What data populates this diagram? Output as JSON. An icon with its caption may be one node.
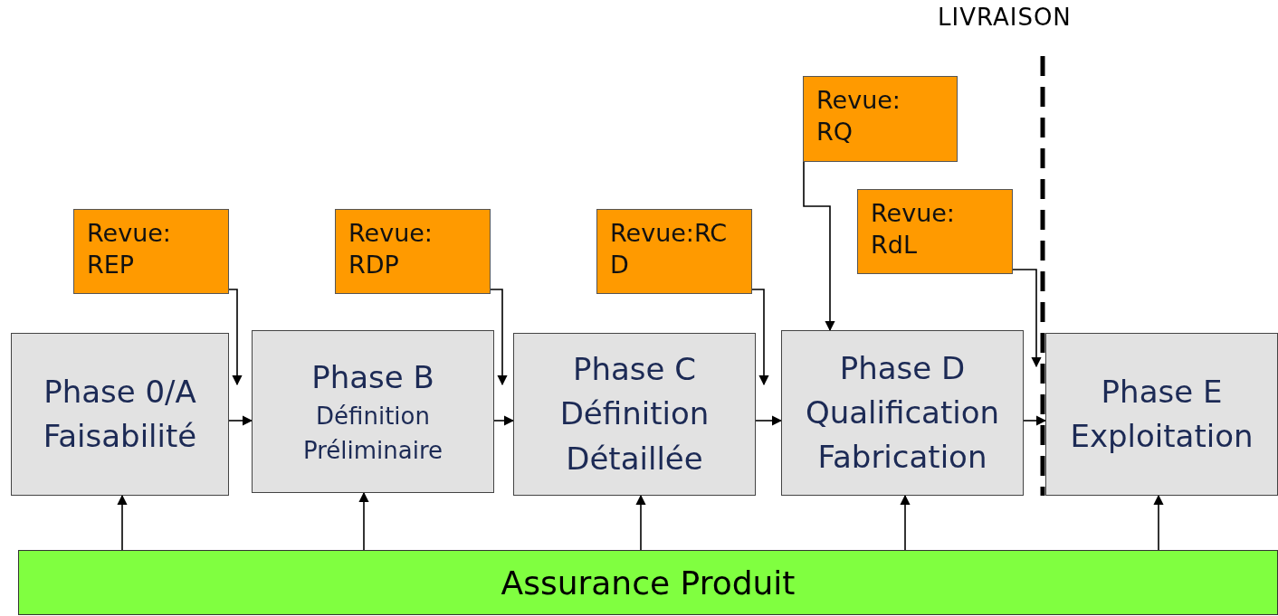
{
  "diagram": {
    "nodes": [
      {
        "text": [
          "Phase 0/A",
          "Faisabilité"
        ]
      },
      {
        "text": [
          "Phase B",
          "Définition Préliminaire"
        ]
      },
      {
        "text": [
          "Phase C",
          "Définition Détaillée"
        ]
      },
      {
        "text": [
          "Phase D",
          "Qualification Fabrication"
        ]
      },
      {
        "text": [
          "Phase E",
          "Exploitation"
        ]
      },
      {
        "text": [
          "Revue: REP"
        ]
      },
      {
        "text": [
          "Revue: RDP"
        ]
      },
      {
        "text": [
          "Revue:RC D"
        ]
      },
      {
        "text": [
          "Revue: RQ"
        ]
      },
      {
        "text": [
          "Revue: RdL"
        ]
      },
      {
        "text": [
          "Assurance Produit"
        ]
      }
    ],
    "edges": [
      {
        "from": 0,
        "to": 1,
        "arrow": "to"
      },
      {
        "from": 1,
        "to": 2,
        "arrow": "to"
      },
      {
        "from": 2,
        "to": 3,
        "arrow": "to"
      },
      {
        "from": 3,
        "to": 4,
        "arrow": "to"
      },
      {
        "from": 5,
        "to": 0,
        "arrow": "to"
      },
      {
        "from": 6,
        "to": 1,
        "arrow": "to"
      },
      {
        "from": 7,
        "to": 2,
        "arrow": "to"
      },
      {
        "from": 8,
        "to": 3,
        "arrow": "to"
      },
      {
        "from": 9,
        "to": 4,
        "arrow": "to"
      },
      {
        "from": 10,
        "to": 0,
        "arrow": "to"
      },
      {
        "from": 10,
        "to": 1,
        "arrow": "to"
      },
      {
        "from": 10,
        "to": 2,
        "arrow": "to"
      },
      {
        "from": 10,
        "to": 3,
        "arrow": "to"
      },
      {
        "from": 10,
        "to": 4,
        "arrow": "to"
      }
    ],
    "labels": [
      "LIVRAISON"
    ]
  }
}
